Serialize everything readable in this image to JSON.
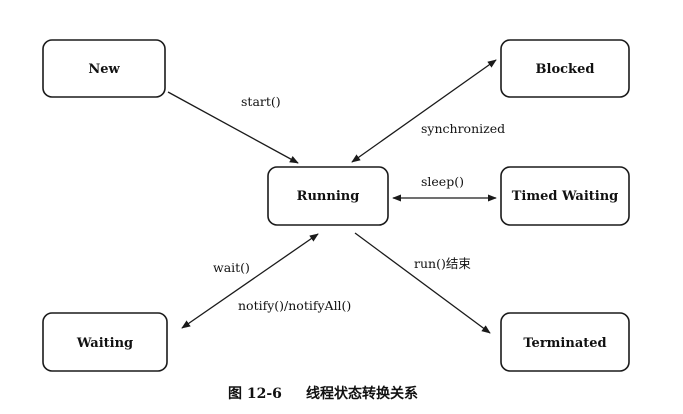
{
  "diagram": {
    "nodes": {
      "new": "New",
      "blocked": "Blocked",
      "running": "Running",
      "timed_waiting": "Timed Waiting",
      "waiting": "Waiting",
      "terminated": "Terminated"
    },
    "edges": {
      "start": "start()",
      "synchronized": "synchronized",
      "sleep": "sleep()",
      "wait": "wait()",
      "notify": "notify()/notifyAll()",
      "run_end": "run()结束"
    }
  },
  "caption": {
    "figure_no": "图 12-6",
    "title": "线程状态转换关系"
  }
}
